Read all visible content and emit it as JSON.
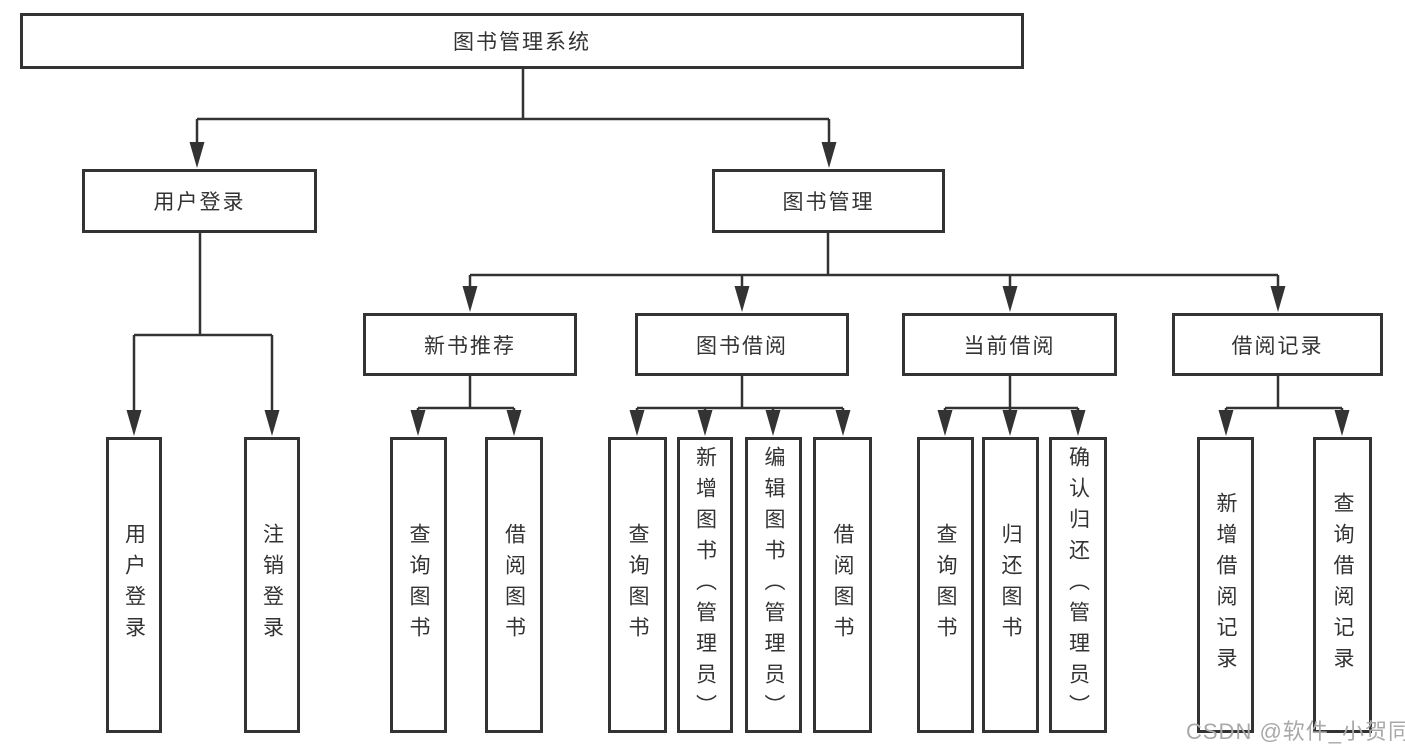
{
  "diagram": {
    "type": "tree",
    "root": {
      "label": "图书管理系统"
    },
    "level2": [
      {
        "id": "user-login",
        "label": "用户登录",
        "parent": "图书管理系统"
      },
      {
        "id": "book-management",
        "label": "图书管理",
        "parent": "图书管理系统"
      }
    ],
    "level3": [
      {
        "id": "new-book-recommend",
        "label": "新书推荐",
        "parent": "图书管理"
      },
      {
        "id": "book-borrowing",
        "label": "图书借阅",
        "parent": "图书管理"
      },
      {
        "id": "current-borrowing",
        "label": "当前借阅",
        "parent": "图书管理"
      },
      {
        "id": "borrowing-records",
        "label": "借阅记录",
        "parent": "图书管理"
      }
    ],
    "leaves": [
      {
        "label": "用户登录",
        "parent": "用户登录"
      },
      {
        "label": "注销登录",
        "parent": "用户登录"
      },
      {
        "label": "查询图书",
        "parent": "新书推荐"
      },
      {
        "label": "借阅图书",
        "parent": "新书推荐"
      },
      {
        "label": "查询图书",
        "parent": "图书借阅"
      },
      {
        "label": "新增图书（管理员）",
        "parent": "图书借阅"
      },
      {
        "label": "编辑图书（管理员）",
        "parent": "图书借阅"
      },
      {
        "label": "借阅图书",
        "parent": "图书借阅"
      },
      {
        "label": "查询图书",
        "parent": "当前借阅"
      },
      {
        "label": "归还图书",
        "parent": "当前借阅"
      },
      {
        "label": "确认归还（管理员）",
        "parent": "当前借阅"
      },
      {
        "label": "新增借阅记录",
        "parent": "借阅记录"
      },
      {
        "label": "查询借阅记录",
        "parent": "借阅记录"
      }
    ],
    "watermark": "CSDN @软件_小贺同学",
    "colors": {
      "line": "#333333",
      "box_border": "#333333",
      "box_fill": "#ffffff",
      "text": "#333333",
      "watermark": "#a9a9a9"
    }
  }
}
